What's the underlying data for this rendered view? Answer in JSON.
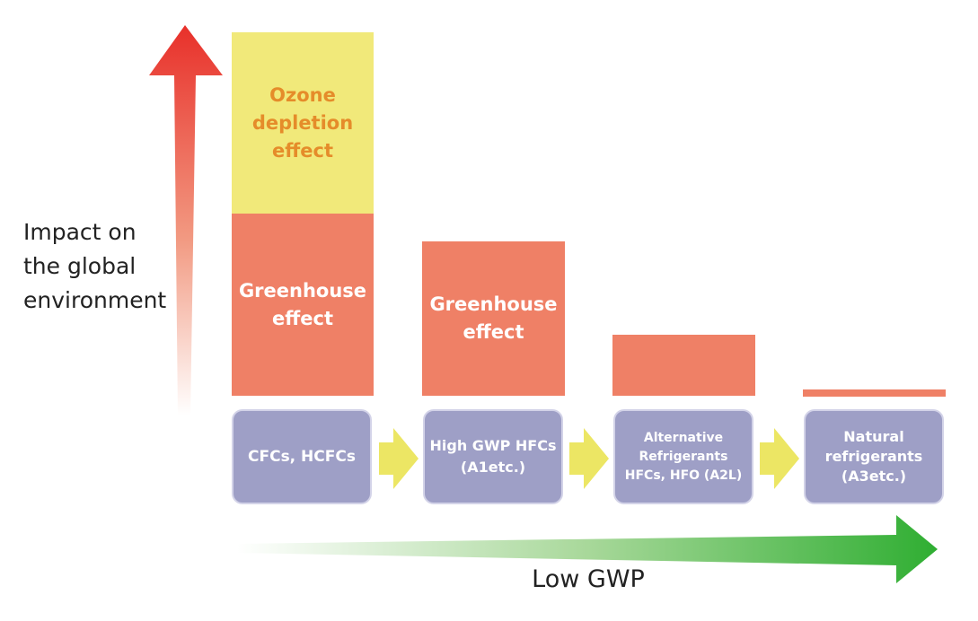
{
  "y_axis": {
    "label": "Impact on\nthe global\nenvironment"
  },
  "x_axis": {
    "label": "Low GWP"
  },
  "colors": {
    "ozone_fill": "#f1e97a",
    "ozone_text": "#e58c2a",
    "greenhouse_fill": "#ef8066",
    "box_fill": "#9e9fc6",
    "flow_arrow": "#ece664",
    "impact_arrow": "#e8302a",
    "low_gwp_arrow": "#3cae3a"
  },
  "columns": [
    {
      "refrigerant": "CFCs, HCFCs",
      "ozone_label": "Ozone\ndepletion\neffect",
      "greenhouse_label": "Greenhouse\neffect"
    },
    {
      "refrigerant": "High GWP HFCs\n(A1etc.)",
      "greenhouse_label": "Greenhouse\neffect"
    },
    {
      "refrigerant": "Alternative\nRefrigerants\nHFCs, HFO (A2L)",
      "greenhouse_label": ""
    },
    {
      "refrigerant": "Natural\nrefrigerants\n(A3etc.)",
      "greenhouse_label": ""
    }
  ]
}
